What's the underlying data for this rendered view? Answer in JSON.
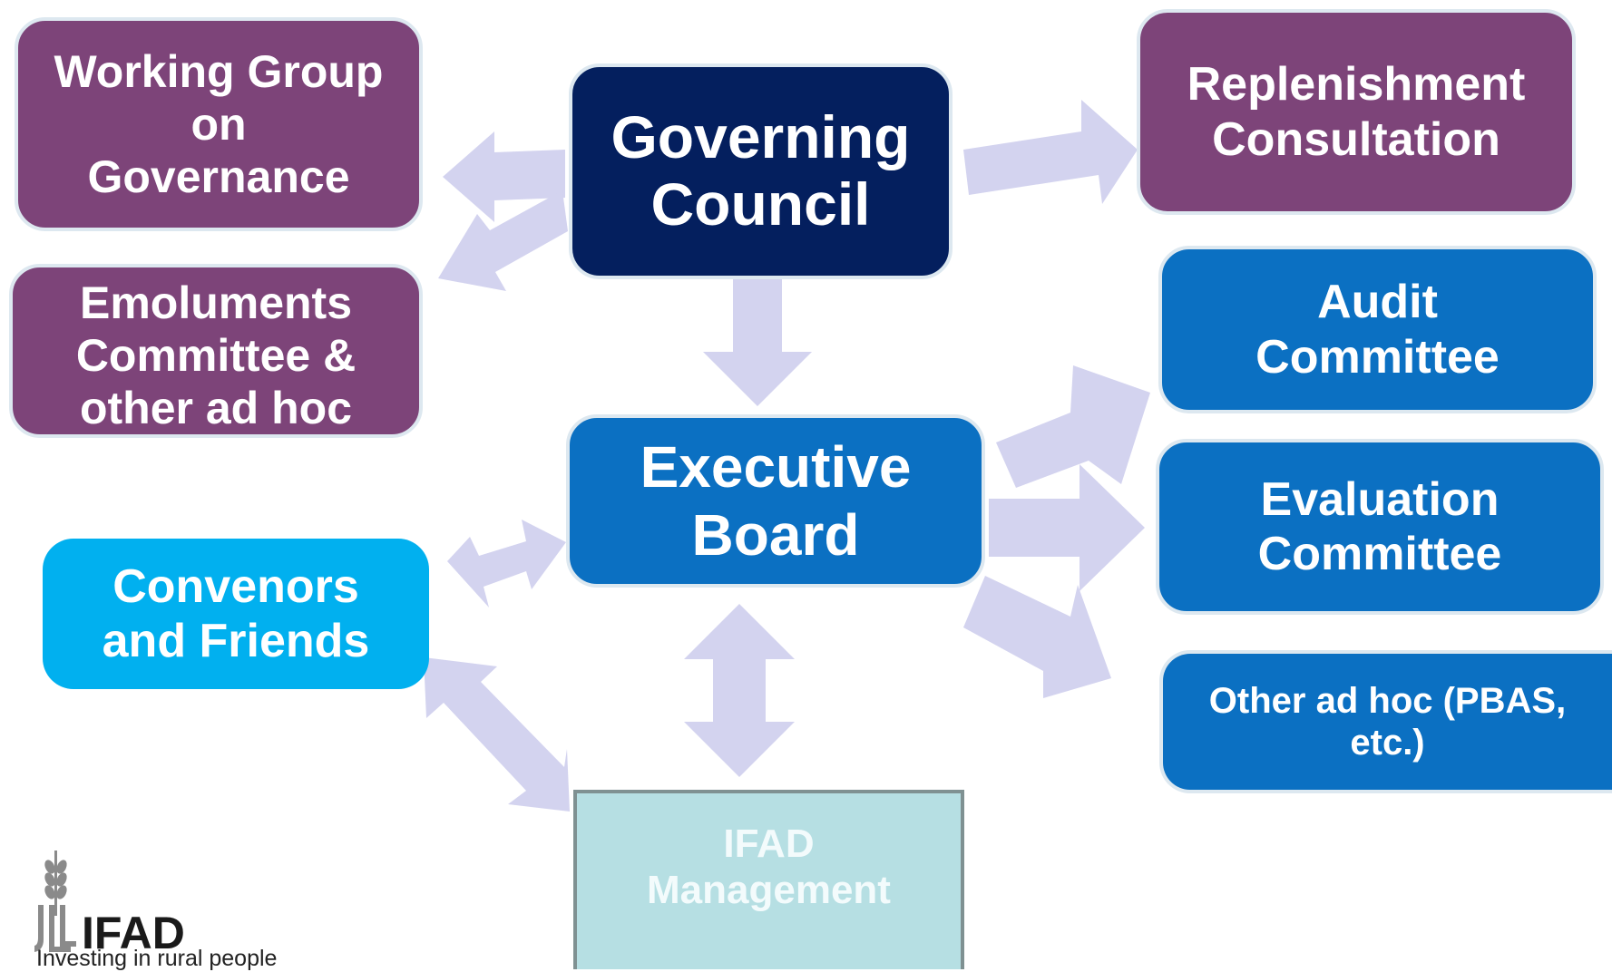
{
  "boxes": {
    "working_group": [
      "Working Group",
      "on",
      "Governance"
    ],
    "emoluments": [
      "Emoluments",
      "Committee &",
      "other ad hoc"
    ],
    "governing_council": [
      "Governing",
      "Council"
    ],
    "replenishment": [
      "Replenishment",
      "Consultation"
    ],
    "executive_board": [
      "Executive",
      "Board"
    ],
    "audit": [
      "Audit",
      "Committee"
    ],
    "evaluation": [
      "Evaluation",
      "Committee"
    ],
    "other_adhoc": [
      "Other ad hoc (PBAS,",
      "etc.)"
    ],
    "convenors": [
      "Convenors",
      "and Friends"
    ],
    "ifad_management": [
      "IFAD",
      "Management"
    ]
  },
  "logo": {
    "name": "IFAD",
    "tagline": "Investing in rural people",
    "icon": "wheat-ear-icon"
  },
  "colors": {
    "purple": "#7d4479",
    "navy": "#041f5e",
    "blue": "#0b70c2",
    "cyan": "#01b0ef",
    "management": "#b6dfe3",
    "arrow": "#d3d3ef"
  }
}
